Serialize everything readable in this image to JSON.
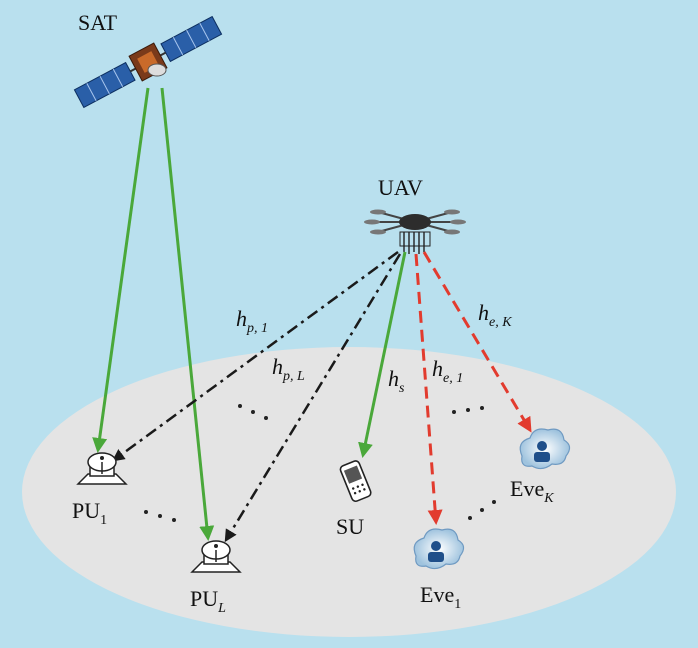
{
  "labels": {
    "sat": "SAT",
    "uav": "UAV",
    "su": "SU",
    "pu1": {
      "base": "PU",
      "sub": "1"
    },
    "puL": {
      "base": "PU",
      "sub": "L"
    },
    "eve1": {
      "base": "Eve",
      "sub": "1"
    },
    "eveK": {
      "base": "Eve",
      "sub": "K"
    },
    "hp1": {
      "base": "h",
      "sub": "p, 1"
    },
    "hpL": {
      "base": "h",
      "sub": "p, L"
    },
    "hs": {
      "base": "h",
      "sub": "s"
    },
    "he1": {
      "base": "h",
      "sub": "e, 1"
    },
    "heK": {
      "base": "h",
      "sub": "e, K"
    }
  },
  "colors": {
    "background": "#b9e0ee",
    "ground": "#e4e4e4",
    "green_link": "#4aa83a",
    "red_link": "#e23b2e",
    "black_link": "#1a1a1a"
  }
}
